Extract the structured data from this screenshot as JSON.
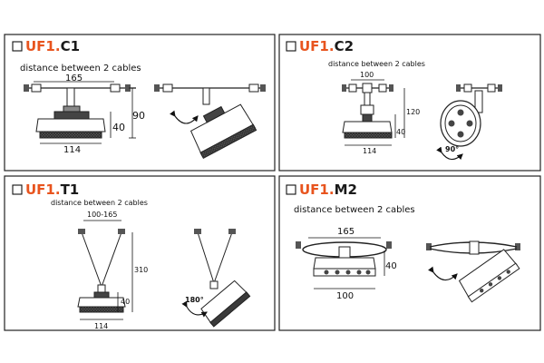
{
  "colors": {
    "accent": "#e8541e",
    "ink": "#1a1a1a",
    "dark_part": "#3a3a3a"
  },
  "panels": [
    {
      "id": "c1",
      "prefix": "UF1.",
      "suffix": "C1",
      "caption": "distance between 2 cables",
      "dims": {
        "cable_spacing": "165",
        "height": "90",
        "body_height": "40",
        "diameter": "114"
      }
    },
    {
      "id": "c2",
      "prefix": "UF1.",
      "suffix": "C2",
      "caption": "distance between 2 cables",
      "dims": {
        "cable_spacing": "100",
        "height": "120",
        "body_height": "40",
        "diameter": "114",
        "rotation": "90°"
      }
    },
    {
      "id": "t1",
      "prefix": "UF1.",
      "suffix": "T1",
      "caption": "distance between 2 cables",
      "dims": {
        "cable_spacing": "100-165",
        "height": "310",
        "body_height": "40",
        "diameter": "114",
        "rotation": "180°"
      }
    },
    {
      "id": "m2",
      "prefix": "UF1.",
      "suffix": "M2",
      "caption": "distance between 2 cables",
      "dims": {
        "cable_spacing": "165",
        "body_height": "40",
        "diameter": "100"
      }
    }
  ]
}
